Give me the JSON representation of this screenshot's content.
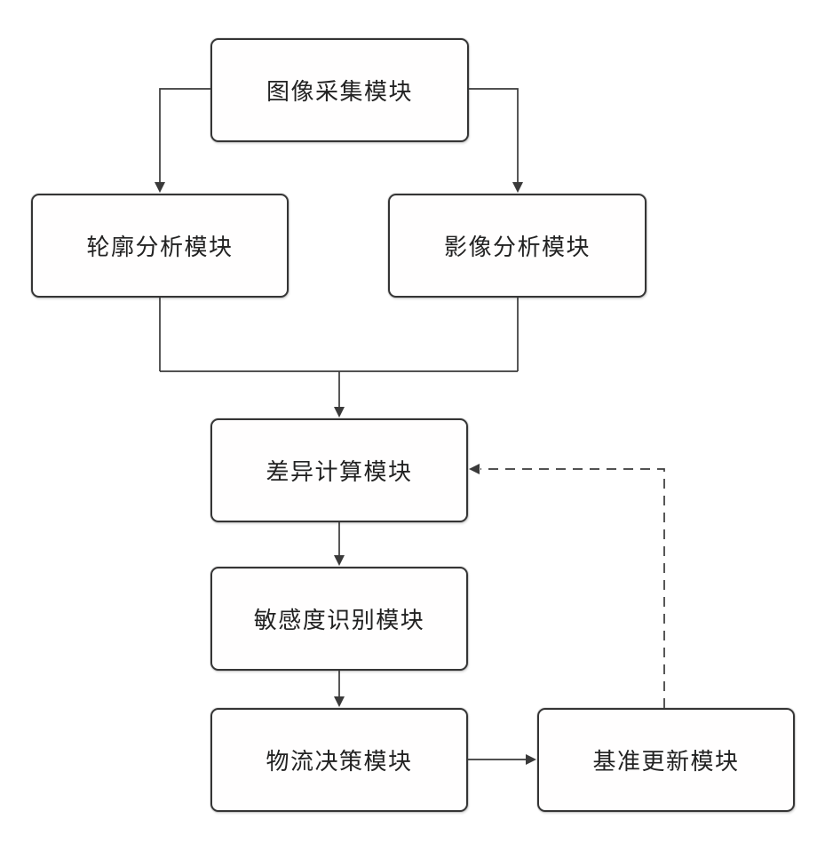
{
  "diagram": {
    "kind": "flowchart",
    "background_color": "#ffffff",
    "line_color": "#3a3a3a",
    "text_color": "#222222"
  },
  "nodes": [
    {
      "id": "image-acquisition",
      "label": "图像采集模块"
    },
    {
      "id": "contour-analysis",
      "label": "轮廓分析模块"
    },
    {
      "id": "image-analysis",
      "label": "影像分析模块"
    },
    {
      "id": "difference-calculation",
      "label": "差异计算模块"
    },
    {
      "id": "sensitivity-recognition",
      "label": "敏感度识别模块"
    },
    {
      "id": "logistics-decision",
      "label": "物流决策模块"
    },
    {
      "id": "baseline-update",
      "label": "基准更新模块"
    }
  ],
  "edges": [
    {
      "from": "image-acquisition",
      "to": "contour-analysis",
      "style": "solid",
      "arrow": "down"
    },
    {
      "from": "image-acquisition",
      "to": "image-analysis",
      "style": "solid",
      "arrow": "down"
    },
    {
      "from": "contour-analysis",
      "to": "difference-calculation",
      "style": "solid",
      "arrow": "down",
      "note": "merges with image-analysis branch"
    },
    {
      "from": "image-analysis",
      "to": "difference-calculation",
      "style": "solid",
      "arrow": "down",
      "note": "merges with contour-analysis branch"
    },
    {
      "from": "difference-calculation",
      "to": "sensitivity-recognition",
      "style": "solid",
      "arrow": "down"
    },
    {
      "from": "sensitivity-recognition",
      "to": "logistics-decision",
      "style": "solid",
      "arrow": "down"
    },
    {
      "from": "logistics-decision",
      "to": "baseline-update",
      "style": "solid",
      "arrow": "right"
    },
    {
      "from": "baseline-update",
      "to": "difference-calculation",
      "style": "dashed",
      "arrow": "left",
      "note": "feedback into right side of difference-calculation"
    }
  ]
}
